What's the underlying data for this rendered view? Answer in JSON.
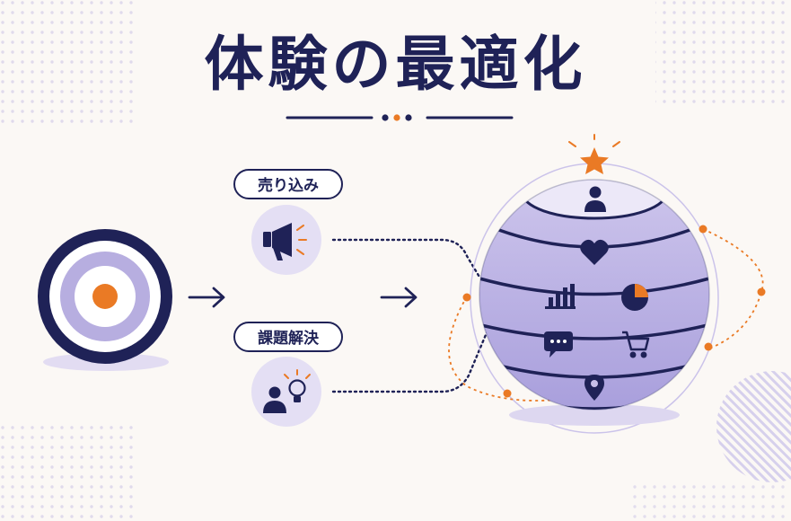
{
  "title": "体験の最適化",
  "labels": {
    "selling": "売り込み",
    "problem_solving": "課題解決"
  },
  "colors": {
    "navy": "#1f2257",
    "lavender": "#b7aee0",
    "lavender_light": "#e4dff4",
    "orange": "#ea7a25",
    "background": "#fbf8f5"
  },
  "icons": {
    "top_star": "star-icon",
    "selling": "megaphone-icon",
    "problem_solving": "person-lightbulb-icon",
    "sphere_layers": [
      "user-icon",
      "heart-icon",
      "bar-chart-icon",
      "pie-chart-icon",
      "chat-bubble-icon",
      "shopping-cart-icon",
      "map-pin-icon"
    ]
  }
}
